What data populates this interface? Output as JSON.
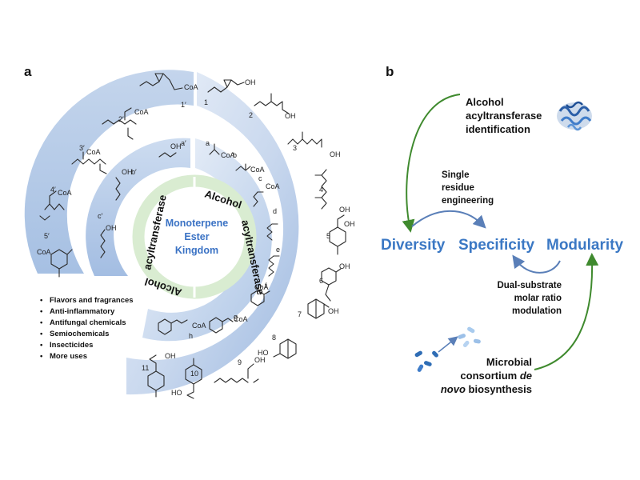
{
  "panel_a": {
    "label": "a",
    "center": {
      "lines": [
        "Monoterpene",
        "Ester",
        "Kingdom"
      ]
    },
    "ring_words": {
      "top_right": "Alcohol",
      "right": "acyltransferase",
      "left": "acyltransferase",
      "bottom_left": "Alcohol"
    },
    "acyl_coa_labels": [
      "1′",
      "2′",
      "3′",
      "4′",
      "5′"
    ],
    "alcohol_labels": [
      "1",
      "2",
      "3",
      "4",
      "5",
      "6",
      "7",
      "8",
      "9",
      "10",
      "11"
    ],
    "inner_right_labels": [
      "a",
      "b",
      "c",
      "d",
      "e",
      "f",
      "g",
      "h"
    ],
    "inner_left_labels": [
      "a′",
      "b′",
      "c′"
    ],
    "uses": [
      "Flavors and fragrances",
      "Anti-inflammatory",
      "Antifungal chemicals",
      "Semiochemicals",
      "Insecticides",
      "More uses"
    ],
    "chem_text": {
      "coa": "CoA",
      "oh": "OH",
      "ho": "HO"
    }
  },
  "panel_b": {
    "label": "b",
    "words": {
      "diversity": "Diversity",
      "specificity": "Specificity",
      "modularity": "Modularity"
    },
    "identification": [
      "Alcohol",
      "acyltransferase",
      "identification"
    ],
    "engineering": [
      "Single",
      "residue",
      "engineering"
    ],
    "modulation": [
      "Dual-substrate",
      "molar ratio",
      "modulation"
    ],
    "consortium": {
      "line1": "Microbial",
      "line2_a": "consortium ",
      "line2_b": "de",
      "line3_a": "novo",
      "line3_b": " biosynthesis"
    }
  },
  "colors": {
    "ring_blue": "#b9cde9",
    "ring_blue_light": "#eef3fa",
    "center_green": "#d9ecd1",
    "title_blue": "#3b78c4",
    "arrow_green": "#3f8a2e",
    "arrow_blue": "#5a7fb8"
  },
  "icons": {
    "protein": "protein-structure-icon",
    "microbes": "microbe-cells-icon"
  }
}
